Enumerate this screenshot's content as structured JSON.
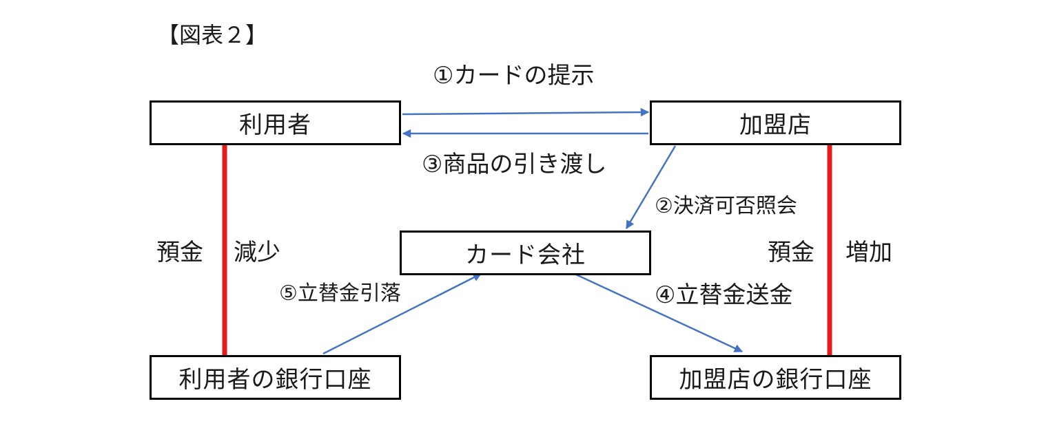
{
  "figure_label": "【図表２】",
  "nodes": {
    "user": "利用者",
    "merchant": "加盟店",
    "card_company": "カード会社",
    "user_bank": "利用者の銀行口座",
    "merchant_bank": "加盟店の銀行口座"
  },
  "edges": {
    "step1": "①カードの提示",
    "step2": "②決済可否照会",
    "step3": "③商品の引き渡し",
    "step4": "④立替金送金",
    "step5": "⑤立替金引落"
  },
  "side_labels": {
    "user_deposit": "預金",
    "user_change": "減少",
    "merchant_deposit": "預金",
    "merchant_change": "増加"
  },
  "colors": {
    "arrow": "#4472c4",
    "deposit_line": "#e31b1b",
    "border": "#000000"
  }
}
